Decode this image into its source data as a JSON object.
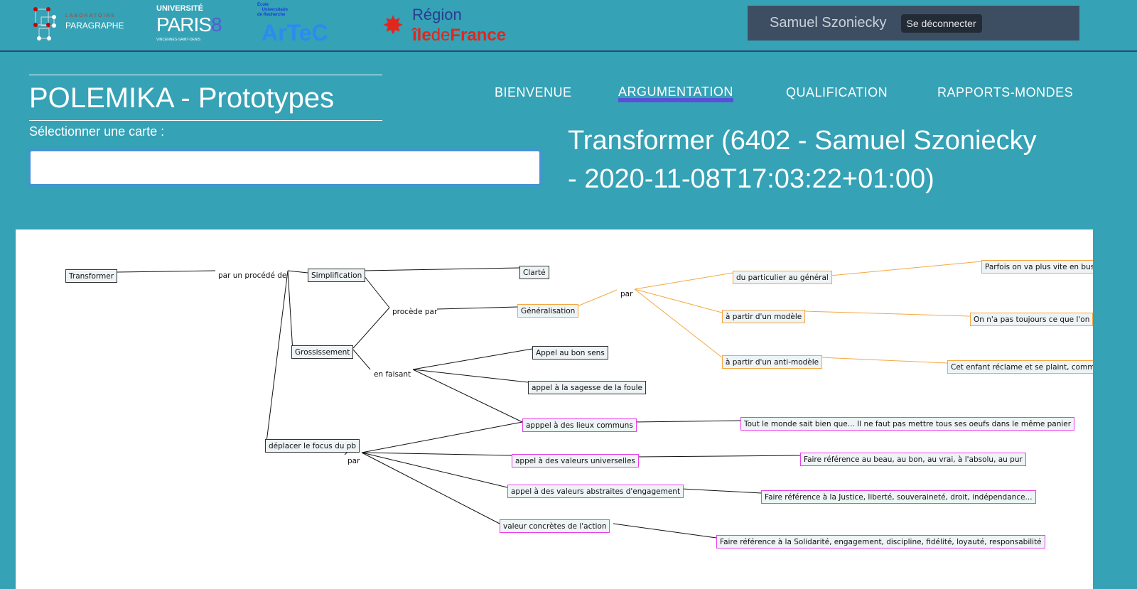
{
  "logos": {
    "paragraphe": "LABORATOIRE PARAGRAPHE",
    "paris8": "UNIVERSITÉ PARIS8 VINCENNES-SAINT-DENIS",
    "artec": "École Universitaire de Recherche ArTeC",
    "idf": "Région îledeFrance"
  },
  "user": {
    "name": "Samuel Szoniecky",
    "logout": "Se déconnecter"
  },
  "title": "POLEMIKA - Prototypes",
  "select_label": "Sélectionner une carte :",
  "search": {
    "value": "",
    "placeholder": ""
  },
  "nav": [
    {
      "label": "BIENVENUE"
    },
    {
      "label": "ARGUMENTATION",
      "active": true
    },
    {
      "label": "QUALIFICATION"
    },
    {
      "label": "RAPPORTS-MONDES"
    }
  ],
  "map_title": "Transformer (6402 - Samuel Szoniecky - 2020-11-08T17:03:22+01:00)",
  "map": {
    "nodes": {
      "transformer": "Transformer",
      "simplification": "Simplification",
      "clarte": "Clarté",
      "generalisation": "Généralisation",
      "grossissement": "Grossissement",
      "bon_sens": "Appel au bon sens",
      "sagesse": "appel à la sagesse de la foule",
      "lieux": "apppel à des lieux communs",
      "deplacer": "déplacer le focus du pb",
      "universelles": "appel à des valeurs universelles",
      "abstraites": "appel à des valeurs abstraites d'engagement",
      "concretes": "valeur concrètes de l'action",
      "particulier": "du particulier au général",
      "modele": "à partir d'un modèle",
      "antimodele": "à partir d'un anti-modèle",
      "bus": "Parfois on va plus vite en bus",
      "toujours": "On n'a pas toujours ce que l'on",
      "enfant": "Cet enfant réclame et se plaint, comm",
      "tout_le_monde": "Tout le monde sait bien que... Il ne faut pas mettre tous ses oeufs dans le même panier",
      "beau": "Faire référence au beau, au bon, au vrai, à l'absolu, au pur",
      "justice": "Faire référence à la Justice, liberté, souveraineté, droit, indépendance...",
      "solidarite": "Faire référence à la Solidarité, engagement, discipline, fidélité, loyauté, responsabilité"
    },
    "links": {
      "procede_de": "par un procédé de",
      "procede_par": "procède par",
      "par1": "par",
      "en_faisant": "en faisant",
      "par2": "par"
    }
  }
}
